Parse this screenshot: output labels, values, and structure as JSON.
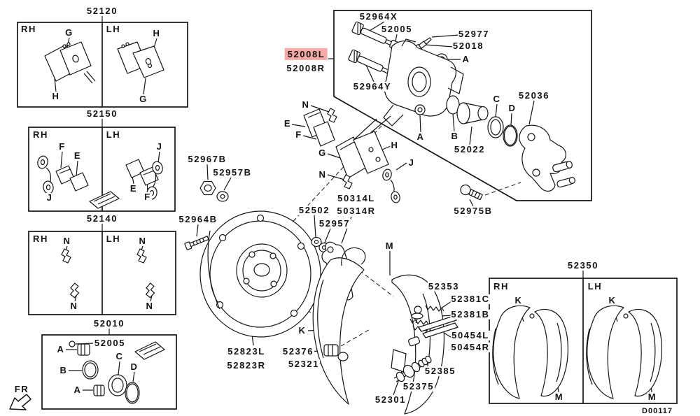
{
  "doc": {
    "code": "D00117",
    "fr": "FR",
    "highlight_color": "#f5aaa6",
    "line_color": "#141414"
  },
  "sides": {
    "rh": "RH",
    "lh": "LH"
  },
  "refs": {
    "A": "A",
    "B": "B",
    "C": "C",
    "D": "D",
    "E": "E",
    "F": "F",
    "G": "G",
    "H": "H",
    "J": "J",
    "K": "K",
    "M": "M",
    "N": "N"
  },
  "parts": {
    "p52120": "52120",
    "p52150": "52150",
    "p52140": "52140",
    "p52010": "52010",
    "p52350": "52350",
    "p52005": "52005",
    "p52008L": "52008L",
    "p52008R": "52008R",
    "p52964X": "52964X",
    "p52977": "52977",
    "p52018": "52018",
    "p52964Y": "52964Y",
    "p52022": "52022",
    "p52036": "52036",
    "p52975B": "52975B",
    "p52967B": "52967B",
    "p52957B": "52957B",
    "p52964B": "52964B",
    "p52502": "52502",
    "p52957": "52957",
    "p50314L": "50314L",
    "p50314R": "50314R",
    "p52823L": "52823L",
    "p52823R": "52823R",
    "p52376": "52376",
    "p52321": "52321",
    "p52353": "52353",
    "p52381C": "52381C",
    "p52381B": "52381B",
    "p50454L": "50454L",
    "p50454R": "50454R",
    "p52385": "52385",
    "p52375": "52375",
    "p52301": "52301"
  }
}
